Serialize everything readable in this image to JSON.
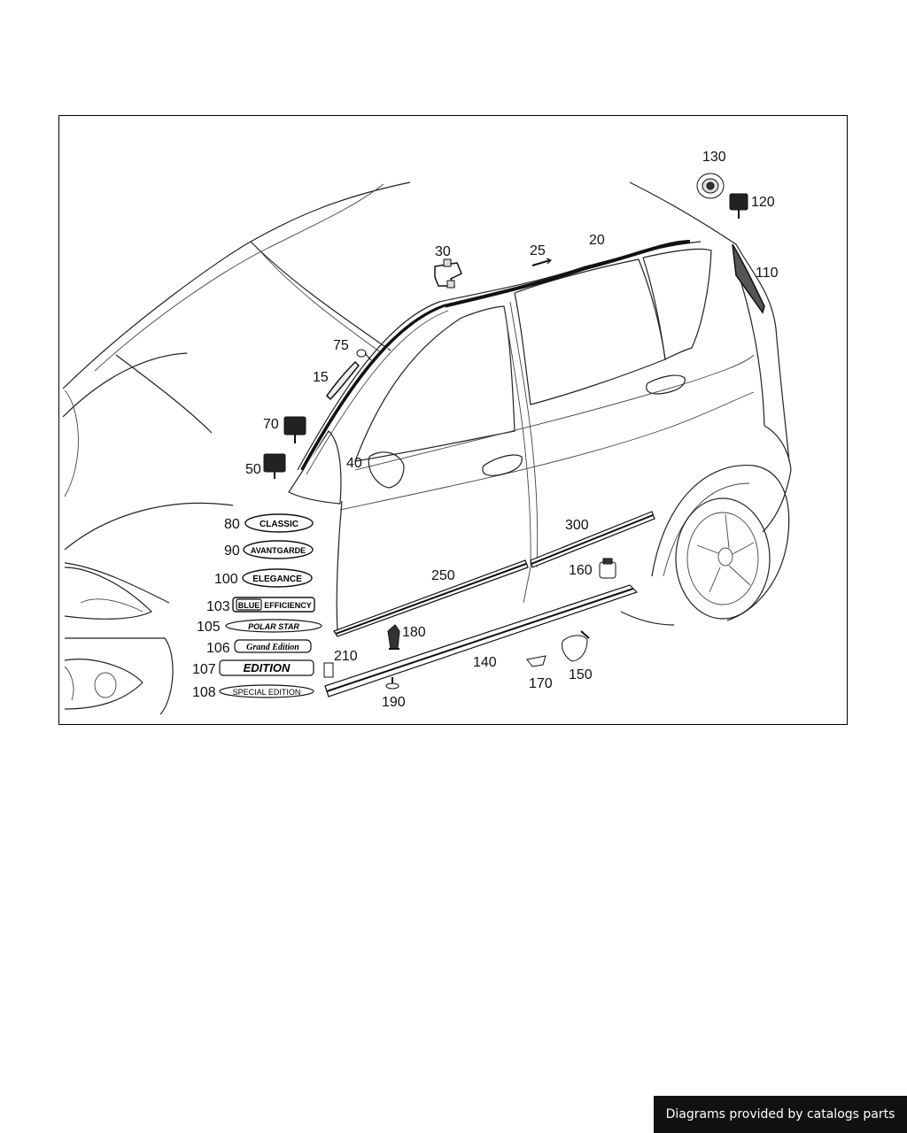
{
  "callouts": {
    "c130": "130",
    "c120": "120",
    "c110": "110",
    "c20": "20",
    "c25": "25",
    "c30": "30",
    "c75": "75",
    "c15": "15",
    "c70": "70",
    "c50": "50",
    "c40": "40",
    "c80": "80",
    "c90": "90",
    "c100": "100",
    "c103": "103",
    "c105": "105",
    "c106": "106",
    "c107": "107",
    "c108": "108",
    "c250": "250",
    "c300": "300",
    "c160": "160",
    "c180": "180",
    "c210": "210",
    "c140": "140",
    "c170": "170",
    "c150": "150",
    "c190": "190"
  },
  "badges": {
    "classic": "CLASSIC",
    "avantgarde": "AVANTGARDE",
    "elegance": "ELEGANCE",
    "blue": "BLUE",
    "efficiency": "EFFICIENCY",
    "polar_star": "POLAR STAR",
    "grand_edition": "Grand Edition",
    "edition": "EDITION",
    "special_edition": "SPECIAL EDITION"
  },
  "footer": {
    "credit": "Diagrams provided by catalogs parts"
  }
}
